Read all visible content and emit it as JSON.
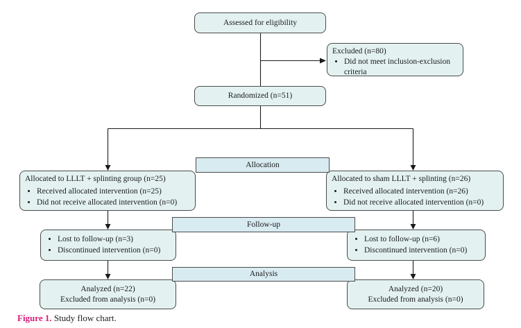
{
  "figure": {
    "caption_label": "Figure 1.",
    "caption_text": " Study flow chart."
  },
  "flow": {
    "assessed": {
      "label": "Assessed for eligibility"
    },
    "excluded": {
      "title": "Excluded (n=80)",
      "bullets": [
        "Did not meet inclusion-exclusion criteria"
      ]
    },
    "randomized": {
      "label": "Randomized (n=51)"
    },
    "stage_bands": {
      "allocation": "Allocation",
      "followup": "Follow-up",
      "analysis": "Analysis"
    },
    "left_allocation": {
      "title": "Allocated to LLLT + splinting group (n=25)",
      "bullets": [
        "Received allocated intervention (n=25)",
        "Did not receive allocated intervention (n=0)"
      ]
    },
    "right_allocation": {
      "title": "Allocated to sham LLLT + splinting (n=26)",
      "bullets": [
        "Received allocated intervention (n=26)",
        "Did not receive allocated intervention (n=0)"
      ]
    },
    "left_followup": {
      "bullets": [
        "Lost to follow-up (n=3)",
        "Discontinued intervention (n=0)"
      ]
    },
    "right_followup": {
      "bullets": [
        "Lost to follow-up (n=6)",
        "Discontinued intervention (n=0)"
      ]
    },
    "left_analysis": {
      "lines": [
        "Analyzed (n=22)",
        "Excluded from analysis (n=0)"
      ]
    },
    "right_analysis": {
      "lines": [
        "Analyzed (n=20)",
        "Excluded from analysis (n=0)"
      ]
    }
  },
  "colors": {
    "box_fill": "#e3f2f1",
    "band_fill": "#d8ebf1",
    "border": "#4a4a4a",
    "line": "#1a1a1a",
    "caption_accent": "#d81b7a"
  }
}
